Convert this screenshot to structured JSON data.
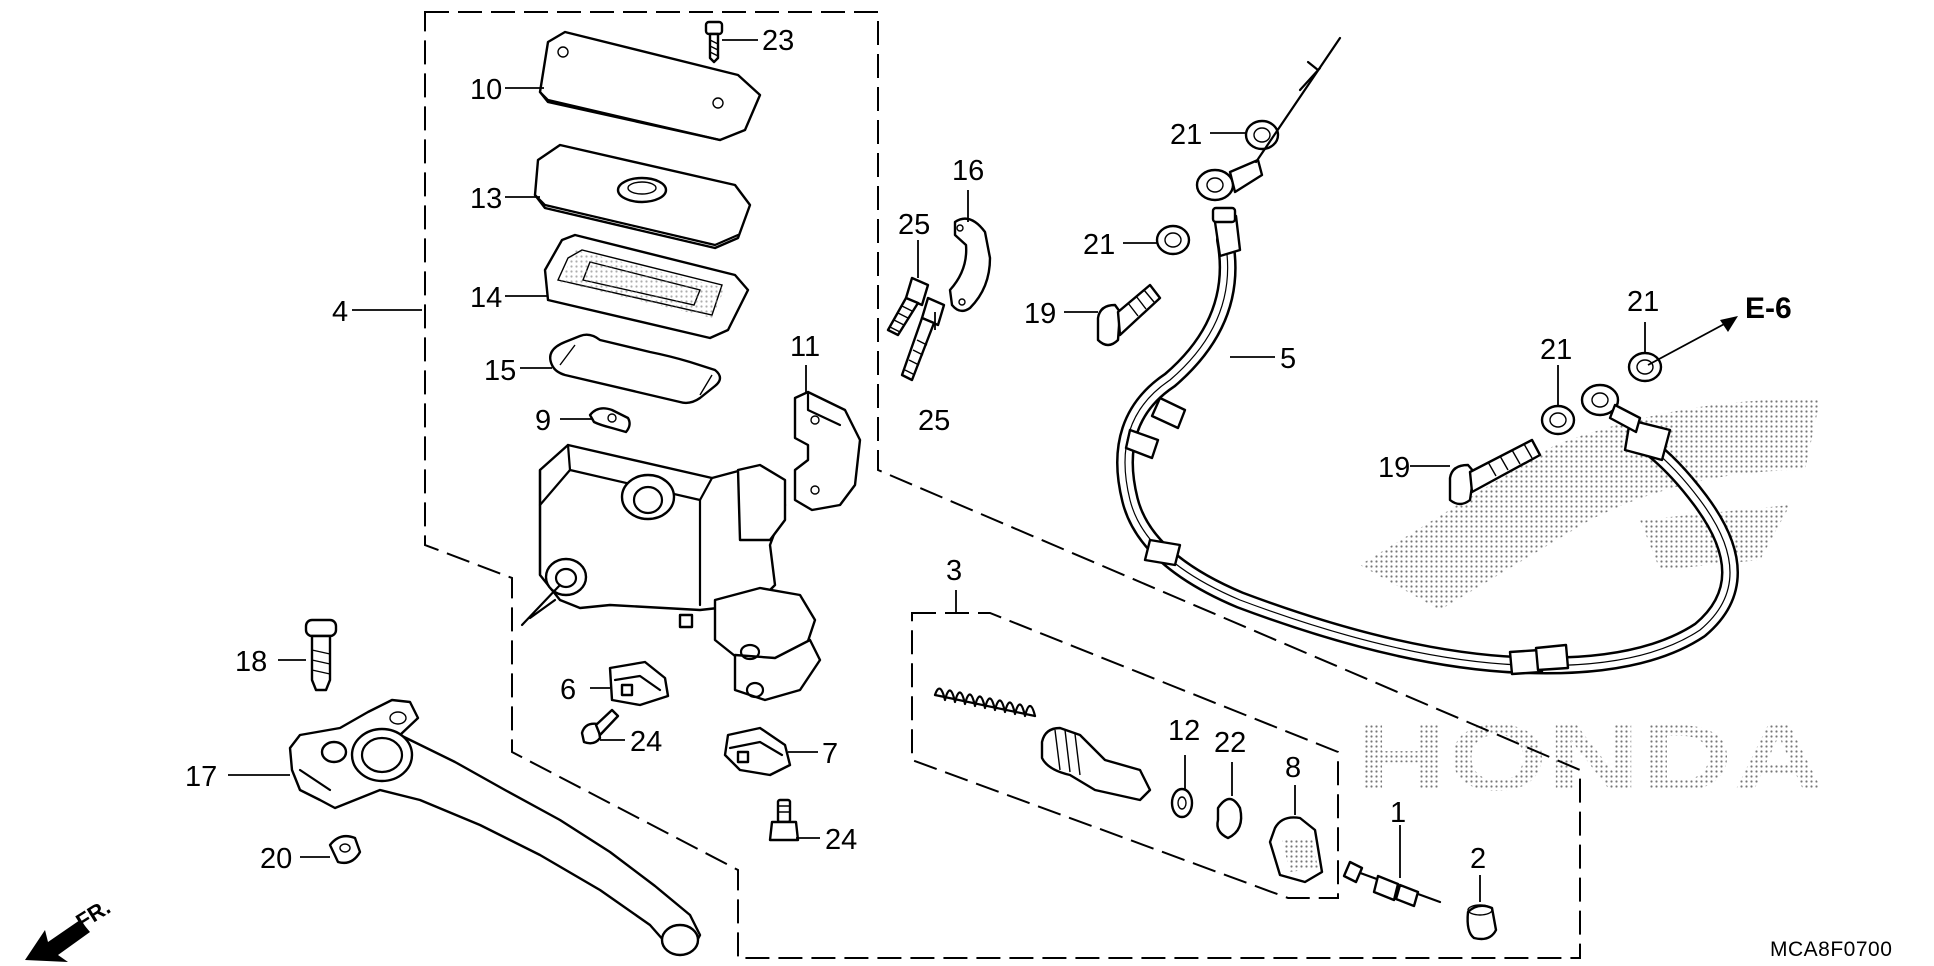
{
  "callouts": [
    {
      "num": "23"
    },
    {
      "num": "10"
    },
    {
      "num": "13"
    },
    {
      "num": "14"
    },
    {
      "num": "15"
    },
    {
      "num": "4"
    },
    {
      "num": "9"
    },
    {
      "num": "16"
    },
    {
      "num": "25"
    },
    {
      "num": "25"
    },
    {
      "num": "11"
    },
    {
      "num": "21"
    },
    {
      "num": "21"
    },
    {
      "num": "19"
    },
    {
      "num": "5"
    },
    {
      "num": "21"
    },
    {
      "num": "21"
    },
    {
      "num": "19"
    },
    {
      "num": "3"
    },
    {
      "num": "18"
    },
    {
      "num": "6"
    },
    {
      "num": "24"
    },
    {
      "num": "7"
    },
    {
      "num": "24"
    },
    {
      "num": "17"
    },
    {
      "num": "20"
    },
    {
      "num": "12"
    },
    {
      "num": "22"
    },
    {
      "num": "8"
    },
    {
      "num": "1"
    },
    {
      "num": "2"
    }
  ],
  "reference": "E-6",
  "direction": "FR.",
  "diagram_code": "MCA8F0700",
  "watermark": "HONDA"
}
